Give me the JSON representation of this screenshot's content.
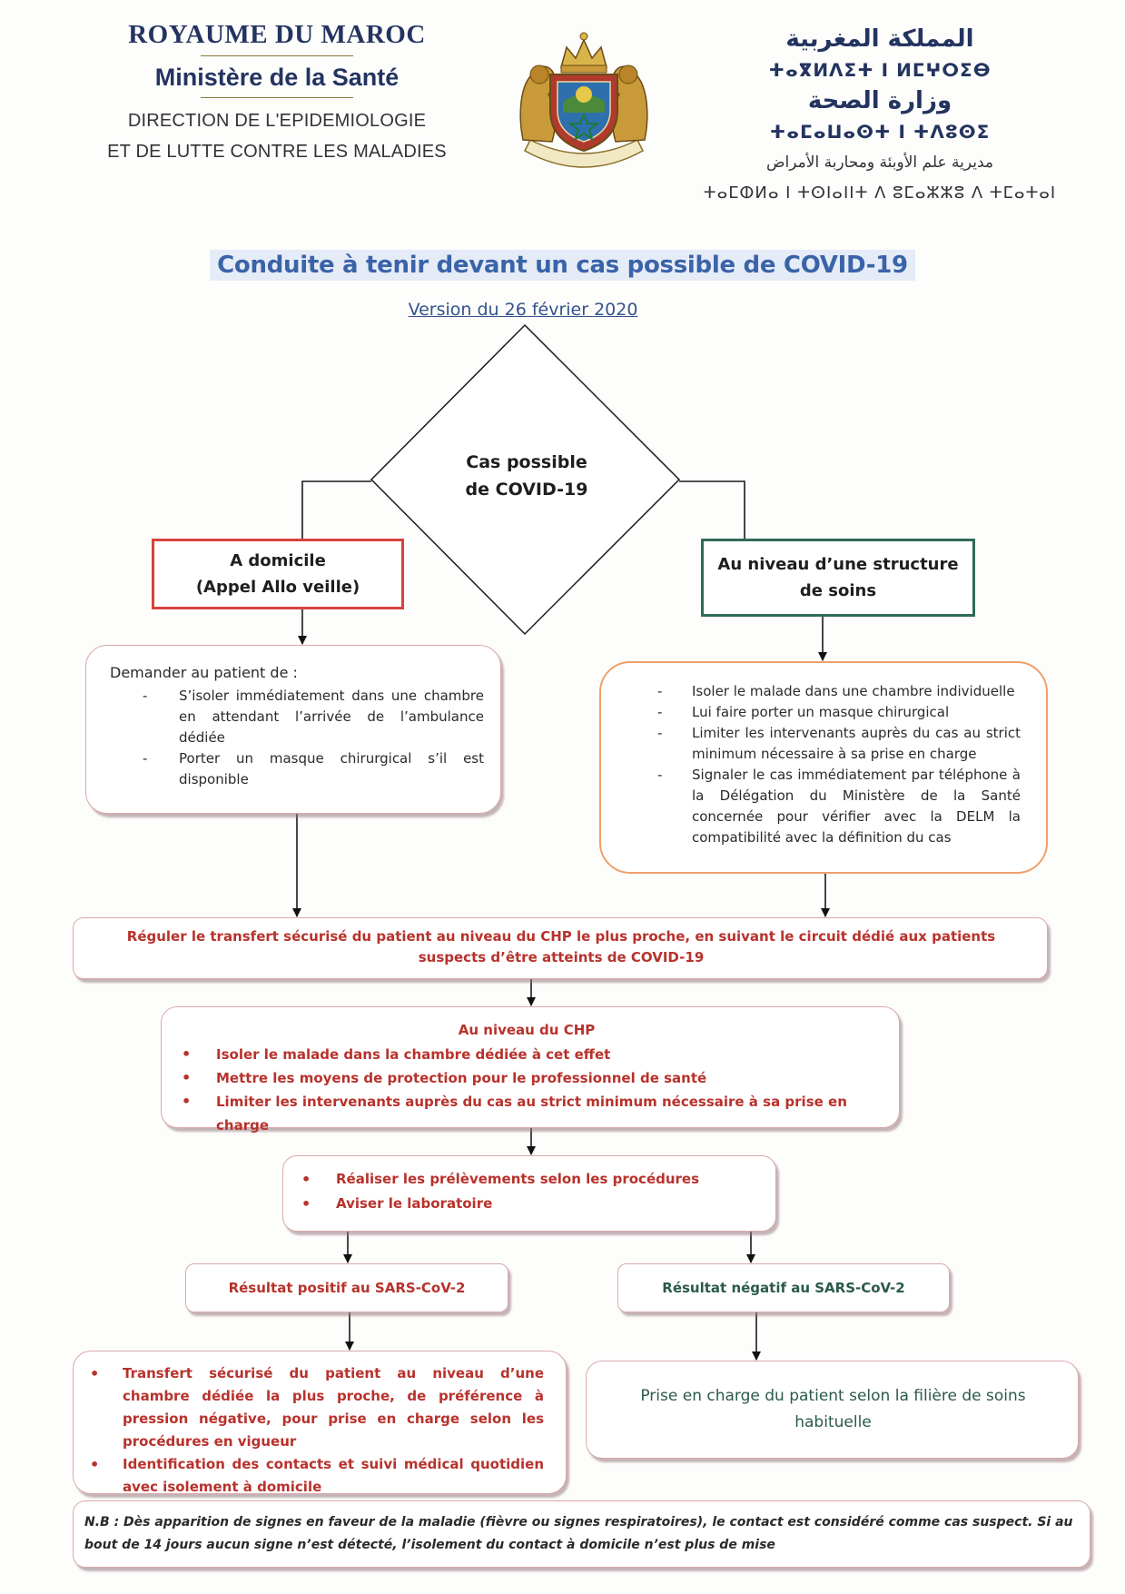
{
  "header": {
    "left": {
      "country": "ROYAUME DU MAROC",
      "ministry": "Ministère de la Santé",
      "direction_line1": "DIRECTION DE L'EPIDEMIOLOGIE",
      "direction_line2": "ET DE LUTTE CONTRE LES MALADIES"
    },
    "right": {
      "country_ar": "المملكة المغربية",
      "country_tfng": "ⵜⴰⴳⵍⴷⵉⵜ ⵏ ⵍⵎⵖⵔⵉⴱ",
      "ministry_ar": "وزارة الصحة",
      "ministry_tfng": "ⵜⴰⵎⴰⵡⴰⵙⵜ ⵏ ⵜⴷⵓⵙⵉ",
      "direction_ar": "مديرية علم الأوبئة ومحاربة الأمراض",
      "direction_tfng": "ⵜⴰⵎⵀⵍⴰ ⵏ ⵜⵙⵏⴰⵏⵏⵜ ⴷ ⵓⵎⴰⵣⵣⵓ ⴷ ⵜⵎⴰⵜⴰⵏ"
    }
  },
  "title": "Conduite à tenir devant un cas possible de COVID-19",
  "version": "Version du 26 février 2020",
  "decision": {
    "line1": "Cas possible",
    "line2": "de COVID-19"
  },
  "left_branch": {
    "line1": "A domicile",
    "line2": "(Appel Allo veille)"
  },
  "right_branch": {
    "line1": "Au niveau d’une structure",
    "line2": "de soins"
  },
  "home_box": {
    "intro": "Demander au patient de :",
    "items": [
      "S’isoler immédiatement dans une chambre en attendant l’arrivée de l’ambulance dédiée",
      "Porter un masque chirurgical s’il est disponible"
    ]
  },
  "structure_box": {
    "items": [
      "Isoler le malade dans une chambre individuelle",
      "Lui faire porter un masque chirurgical",
      "Limiter les intervenants auprès du cas au strict minimum nécessaire à sa prise en charge",
      "Signaler le cas immédiatement par téléphone à la Délégation du Ministère de la Santé concernée pour vérifier avec la DELM la compatibilité avec la définition du cas"
    ]
  },
  "regulate": "Réguler le transfert sécurisé du patient au niveau du CHP le plus proche, en suivant le circuit dédié aux patients suspects d’être atteints de COVID-19",
  "chp": {
    "heading": "Au niveau du CHP",
    "items": [
      "Isoler le malade dans la chambre dédiée à cet effet",
      "Mettre les moyens de protection pour le professionnel de santé",
      "Limiter les intervenants auprès du cas au strict minimum nécessaire à sa prise en charge"
    ]
  },
  "samples": {
    "items": [
      "Réaliser les prélèvements selon les procédures",
      "Aviser le laboratoire"
    ]
  },
  "result_positive": "Résultat positif au SARS-CoV-2",
  "result_negative": "Résultat négatif au SARS-CoV-2",
  "positive_actions": {
    "items": [
      "Transfert sécurisé du patient au niveau d’une chambre dédiée la plus proche, de préférence à pression négative, pour prise en charge selon les procédures en vigueur",
      "Identification des contacts et suivi médical quotidien avec isolement à domicile"
    ]
  },
  "negative_action": "Prise en charge du patient selon la filière de soins habituelle",
  "note": "N.B : Dès apparition de signes en faveur de la maladie (fièvre ou signes respiratoires), le contact est considéré comme cas suspect. Si au bout de 14 jours aucun signe n’est détecté, l’isolement du contact à domicile n’est plus de mise",
  "markers": {
    "dash": "-",
    "bullet": "•"
  },
  "colors": {
    "navy": "#243460",
    "title_blue": "#3a63a8",
    "red_border": "#d6443e",
    "green_border": "#2f6b59",
    "orange_border": "#eea06a",
    "red_text": "#b8322c"
  },
  "emblem": "moroccan-coat-of-arms"
}
